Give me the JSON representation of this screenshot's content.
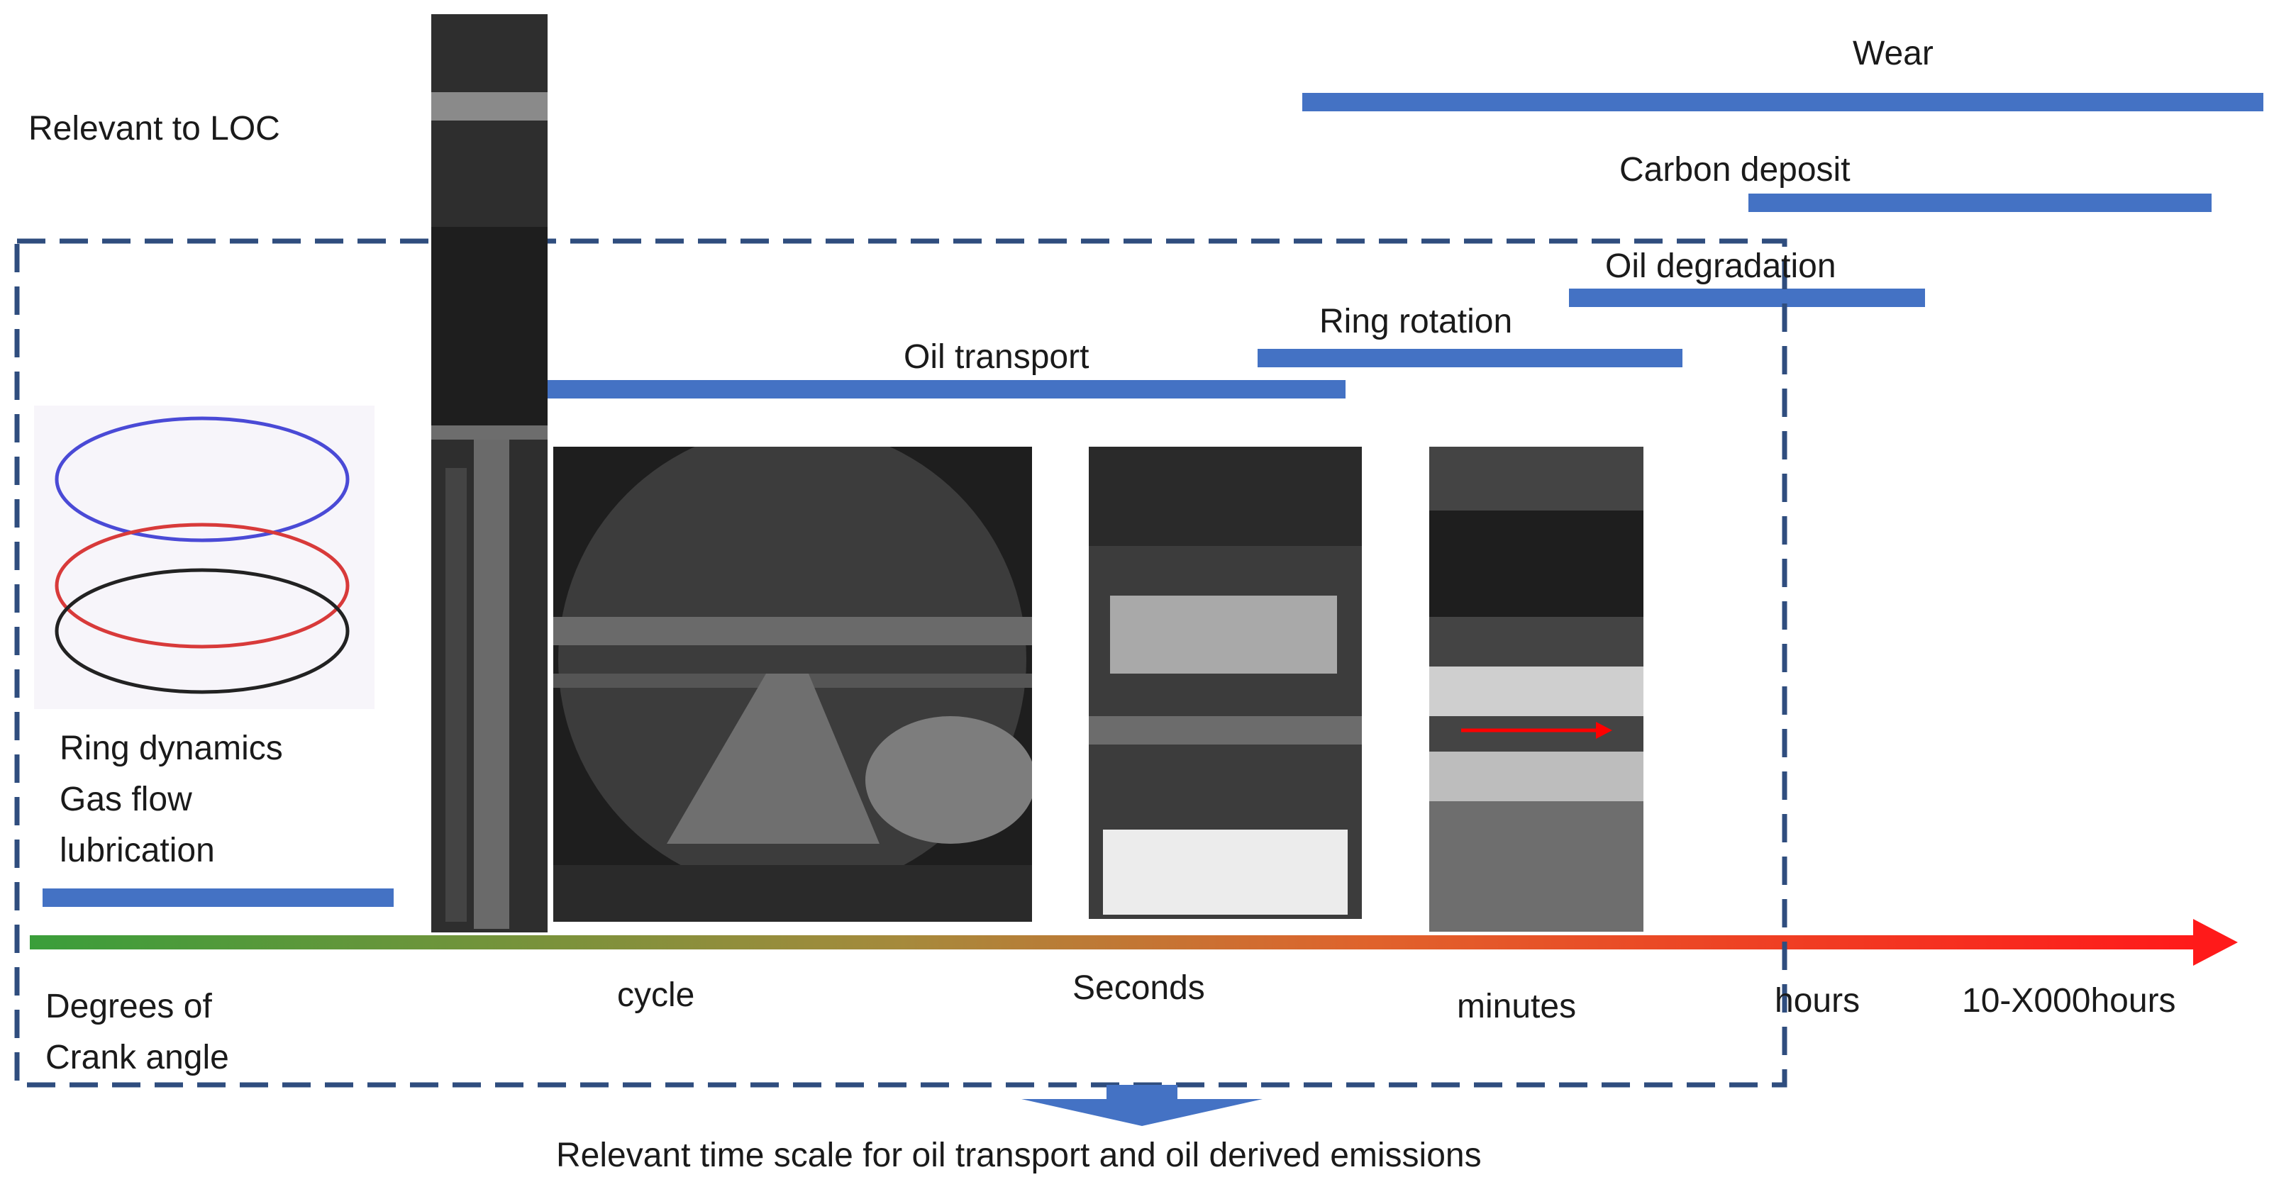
{
  "labels": {
    "relevant_to_loc": "Relevant to LOC",
    "ring_dynamics": "Ring dynamics",
    "gas_flow": "Gas flow",
    "lubrication": "lubrication",
    "footer": "Relevant time scale for oil transport and oil derived emissions"
  },
  "timescale": {
    "ticks": [
      "Degrees of",
      "Crank angle",
      "cycle",
      "Seconds",
      "minutes",
      "hours",
      "10-X000hours"
    ]
  },
  "processes": [
    {
      "name": "Wear"
    },
    {
      "name": "Carbon deposit"
    },
    {
      "name": "Oil degradation"
    },
    {
      "name": "Ring rotation"
    },
    {
      "name": "Oil transport"
    }
  ],
  "colors": {
    "bar": "#4472c4",
    "dashed_box": "#2f4d7e",
    "axis_start": "#3a9e3a",
    "axis_end": "#ff1a1a",
    "ring_blue": "#4a4ad6",
    "ring_red": "#d83a3a",
    "ring_black": "#222222",
    "marker_arrow": "#ff0000"
  }
}
